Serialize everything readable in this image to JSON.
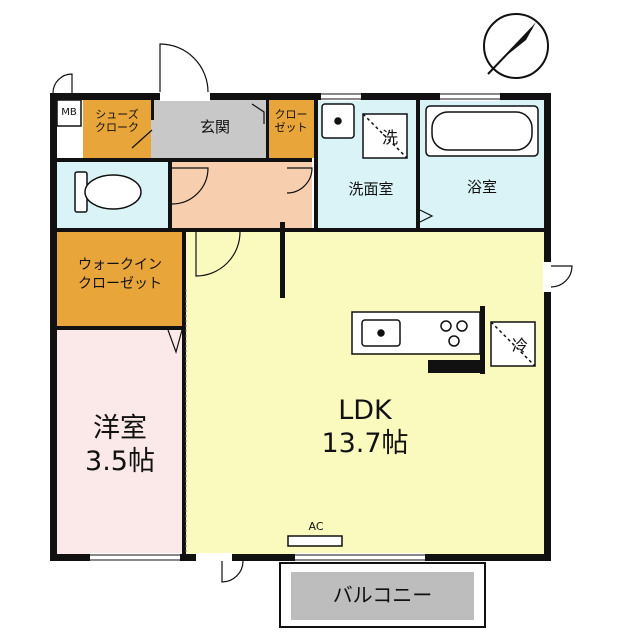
{
  "compass": {
    "icon": "north-arrow-icon"
  },
  "rooms": {
    "mb": "MB",
    "shoes_cloak": [
      "シューズ",
      "クローク"
    ],
    "genkan": "玄関",
    "closet": [
      "クロー",
      "ゼット"
    ],
    "washroom": "洗面室",
    "washer_mark": "洗",
    "bath": "浴室",
    "walk_in_closet": [
      "ウォークイン",
      "クローゼット"
    ],
    "western_room": {
      "name": "洋室",
      "size": "3.5帖"
    },
    "ldk": {
      "name": "LDK",
      "size": "13.7帖"
    },
    "fridge_mark": "冷",
    "ac": "AC",
    "balcony": "バルコニー"
  },
  "colors": {
    "walls": "#111111",
    "ldk": "#fafabe",
    "western_room": "#fbe8e8",
    "closets": "#e8a53a",
    "genkan": "#c8c8c8",
    "hall": "#f7cfae",
    "wet_areas": "#d9f3f6",
    "balcony": "#bdbdbd"
  }
}
